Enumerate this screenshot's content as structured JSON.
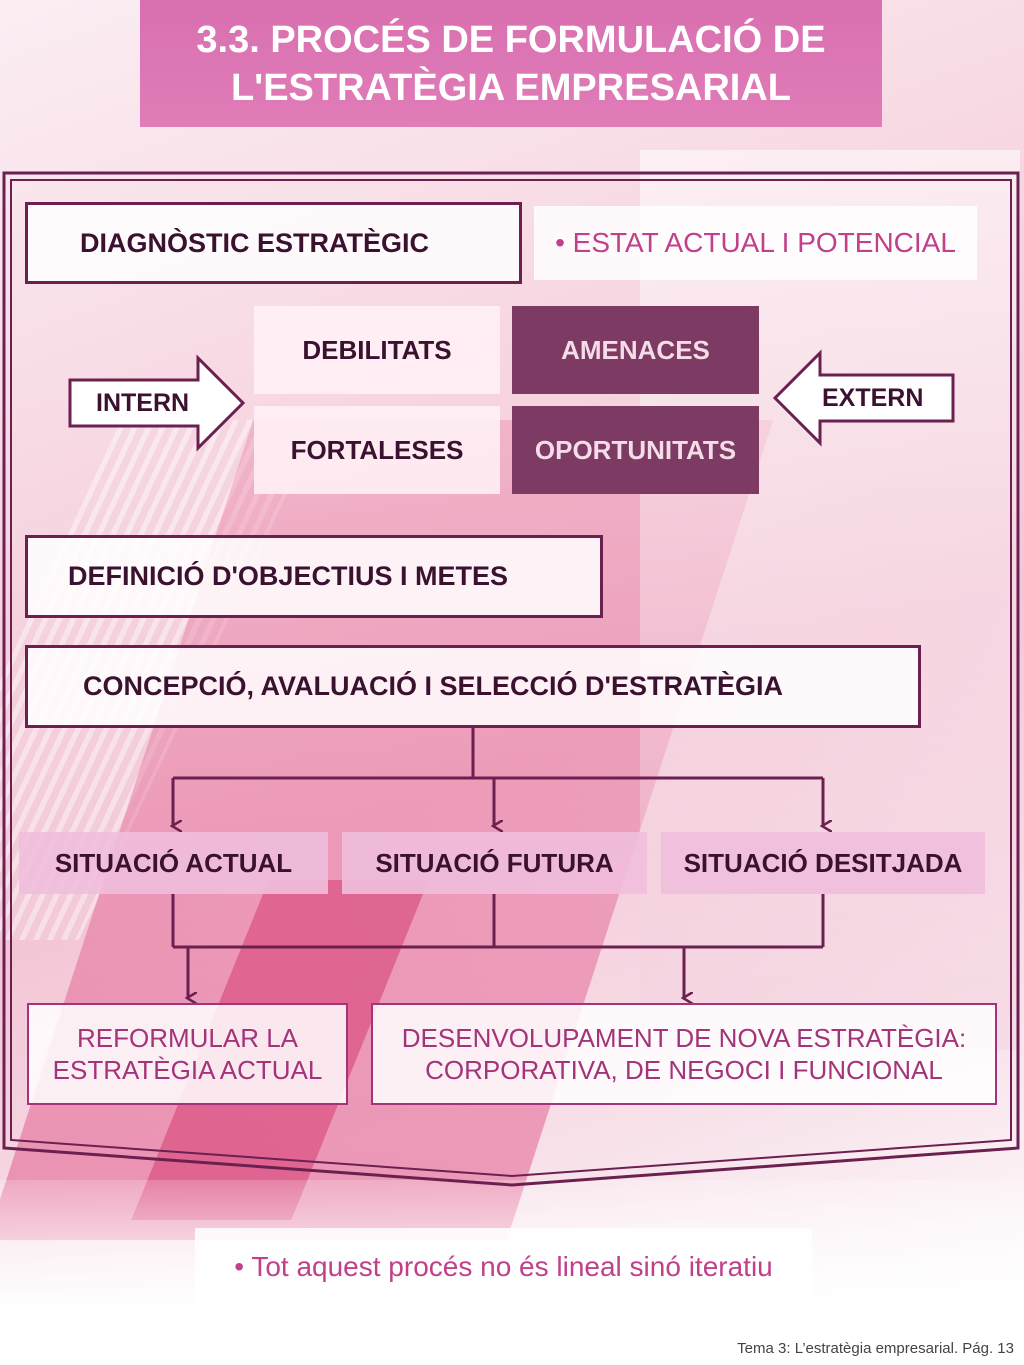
{
  "title": "3.3. PROCÉS DE FORMULACIÓ DE\nL'ESTRATÈGIA EMPRESARIAL",
  "diagnostic": "DIAGNÒSTIC ESTRATÈGIC",
  "estat": "• ESTAT ACTUAL I POTENCIAL",
  "swot": {
    "debilitats": "DEBILITATS",
    "amenaces": "AMENACES",
    "fortaleses": "FORTALESES",
    "oportunitats": "OPORTUNITATS"
  },
  "intern": "INTERN",
  "extern": "EXTERN",
  "definicio": "DEFINICIÓ D'OBJECTIUS I METES",
  "concepcio": "CONCEPCIÓ, AVALUACIÓ I SELECCIÓ D'ESTRATÈGIA",
  "situacions": {
    "actual": "SITUACIÓ ACTUAL",
    "futura": "SITUACIÓ FUTURA",
    "desitjada": "SITUACIÓ DESITJADA"
  },
  "reformular": "REFORMULAR LA\nESTRATÈGIA ACTUAL",
  "desenvolupament": "DESENVOLUPAMENT DE NOVA ESTRATÈGIA:\nCORPORATIVA, DE NEGOCI I FUNCIONAL",
  "iteratiu": "• Tot aquest procés no és lineal sinó iteratiu",
  "footer": "Tema 3: L’estratègia empresarial. Pág. 13",
  "colors": {
    "accent": "#d970b0",
    "dark": "#7d3a62",
    "line": "#6b2050"
  }
}
